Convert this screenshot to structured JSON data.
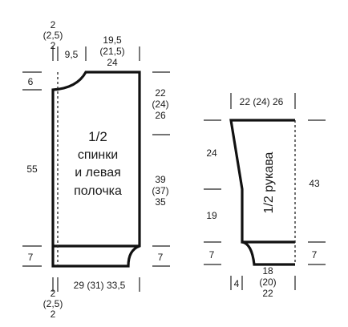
{
  "back_pattern": {
    "title_fraction": "1/2",
    "title_line1": "спинки",
    "title_line2": "и левая",
    "title_line3": "полочка",
    "top_left_small": "2",
    "top_left_small_alt": "(2,5)",
    "top_left_small2": "2",
    "neck_width": "9,5",
    "shoulder_line1": "19,5",
    "shoulder_line2": "(21,5)",
    "shoulder_line3": "24",
    "neck_depth": "6",
    "armhole_line1": "22",
    "armhole_line2": "(24)",
    "armhole_line3": "26",
    "body_height": "55",
    "side_line1": "39",
    "side_line2": "(37)",
    "side_line3": "35",
    "hem_left": "7",
    "hem_right": "7",
    "bottom_width": "29 (31) 33,5",
    "bottom_left_small": "2",
    "bottom_left_small_alt": "(2,5)",
    "bottom_left_small2": "2"
  },
  "sleeve_pattern": {
    "title": "1/2 рукава",
    "top_width": "22 (24) 26",
    "upper_height": "24",
    "total_height": "43",
    "lower_height": "19",
    "cuff_left": "7",
    "cuff_right": "7",
    "cuff_offset": "4",
    "bottom_line1": "18",
    "bottom_line2": "(20)",
    "bottom_line3": "22"
  }
}
